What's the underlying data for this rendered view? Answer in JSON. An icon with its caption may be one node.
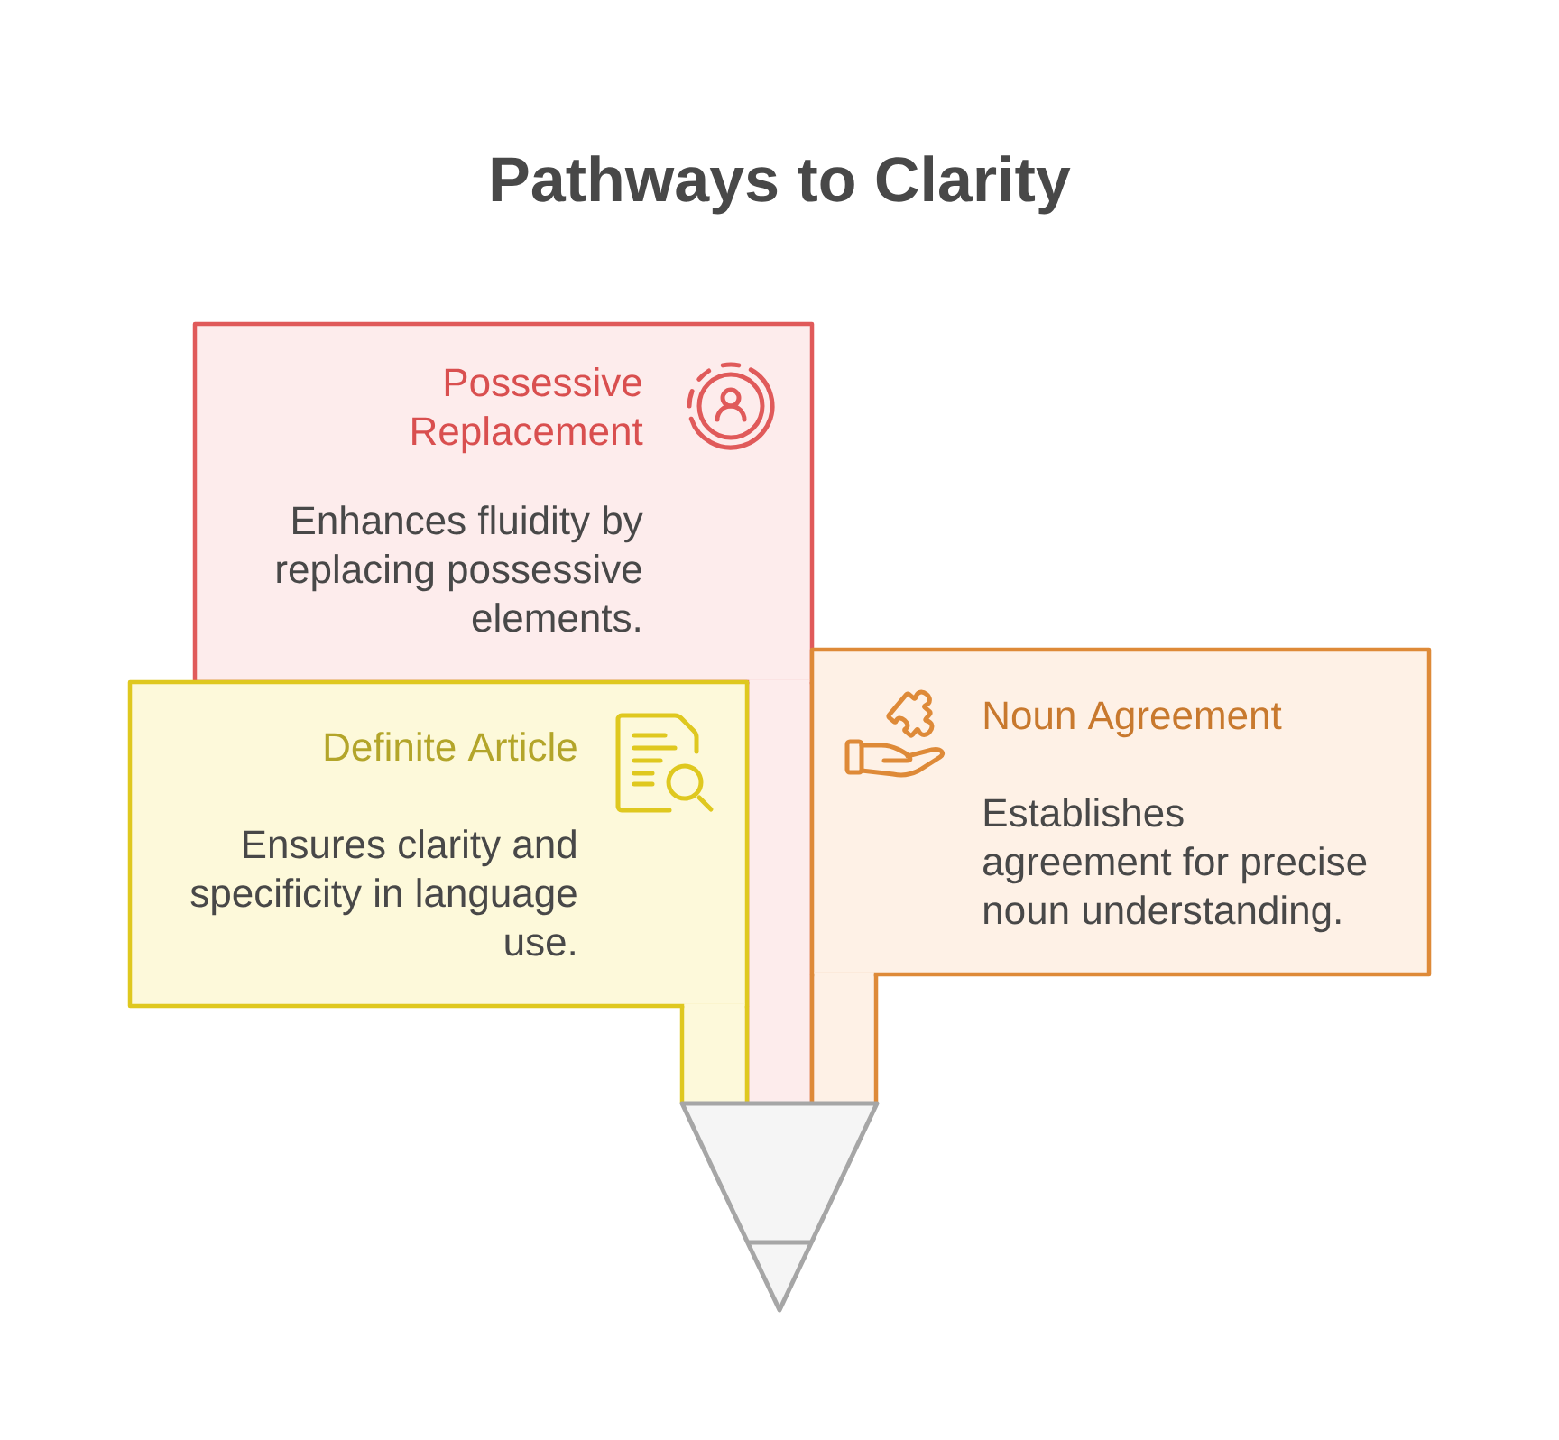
{
  "diagram": {
    "title": "Pathways to Clarity",
    "nodes": [
      {
        "text": [
          "Possessive Replacement",
          "Enhances fluidity by replacing possessive elements."
        ]
      },
      {
        "text": [
          "Noun Agreement",
          "Establishes agreement for precise noun understanding."
        ]
      },
      {
        "text": [
          "Definite Article",
          "Ensures clarity and specificity in language use."
        ]
      }
    ]
  }
}
